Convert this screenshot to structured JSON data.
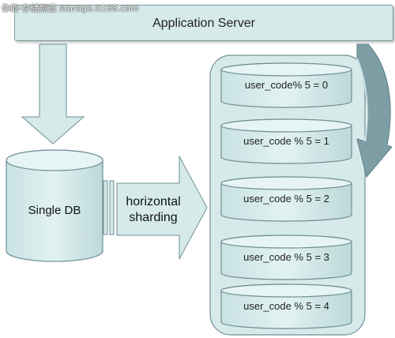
{
  "watermark": "你的·存储频道 storage.it168.com",
  "app_server": {
    "label": "Application Server"
  },
  "single_db": {
    "label": "Single DB"
  },
  "sharding": {
    "line1": "horizontal",
    "line2": "sharding"
  },
  "shards": [
    {
      "label": "user_code% 5 = 0"
    },
    {
      "label": "user_code % 5 = 1"
    },
    {
      "label": "user_code % 5 = 2"
    },
    {
      "label": "user_code % 5 = 3"
    },
    {
      "label": "user_code % 5 = 4"
    }
  ],
  "colors": {
    "fill": "#d6eaea",
    "stroke": "#6f8f95",
    "shadow": "#9aa6a8"
  }
}
